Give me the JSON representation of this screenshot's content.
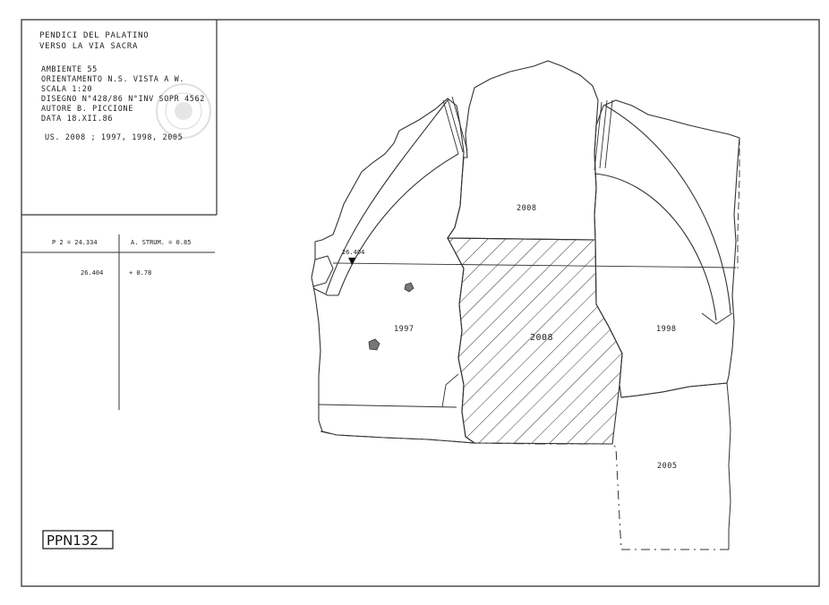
{
  "title_block": {
    "site_line1": "PENDICI DEL PALATINO",
    "site_line2": "VERSO LA VIA SACRA",
    "room": "AMBIENTE 55",
    "orientation": "ORIENTAMENTO N.S. VISTA A W.",
    "scale": "SCALA 1:20",
    "drawing_no": "DISEGNO N°428/86 N°INV SOPR 4562",
    "author": "AUTORE B. PICCIONE",
    "date": "DATA 18.XII.86",
    "us_list": "US. 2008 ; 1997, 1998, 2005"
  },
  "measure_table": {
    "row1_left": "P 2 = 24.334",
    "row1_right": "A. STRUM. = 0.85",
    "row2_left": "26.404",
    "row2_right": "+ 0.78"
  },
  "elevation_marker": {
    "value": "26.404",
    "symbol": "▼"
  },
  "strata": [
    {
      "id": "2008",
      "label": "2008"
    },
    {
      "id": "2008-hatched",
      "label": "2008"
    },
    {
      "id": "1997",
      "label": "1997"
    },
    {
      "id": "1998",
      "label": "1998"
    },
    {
      "id": "2005",
      "label": "2005"
    }
  ],
  "sheet_code": "PPN132"
}
